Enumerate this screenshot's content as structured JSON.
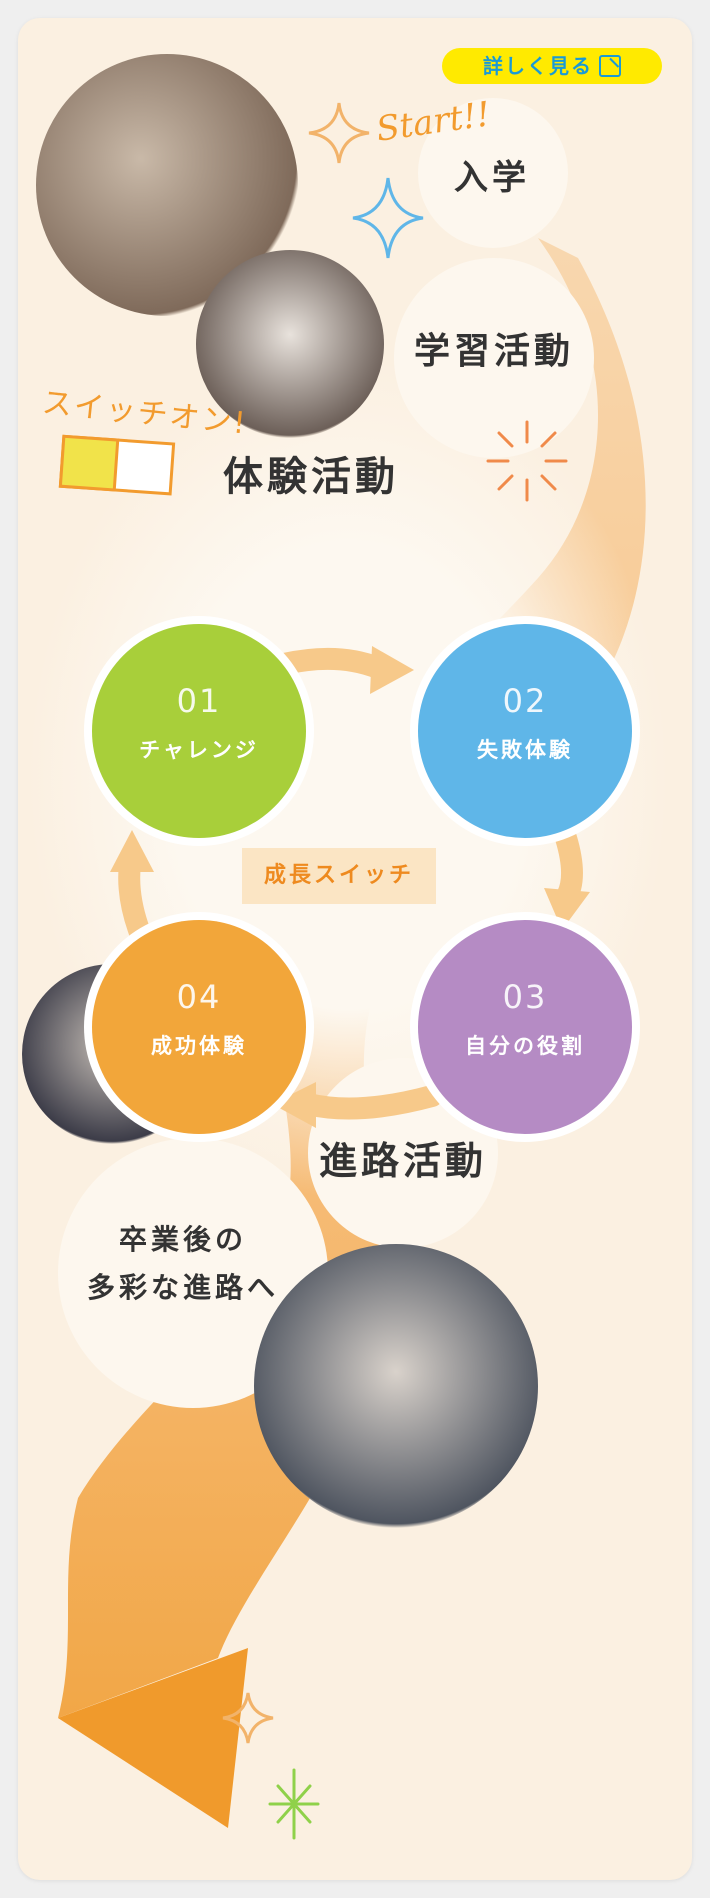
{
  "button": {
    "label": "詳しく見る"
  },
  "decor": {
    "start": "Start!!",
    "switch_on": "スイッチオン!"
  },
  "stages": {
    "admission": "入学",
    "study": "学習活動",
    "experience": "体験活動",
    "career": "進路活動",
    "after_line1": "卒業後の",
    "after_line2": "多彩な進路へ"
  },
  "cycle": {
    "center": "成長スイッチ",
    "steps": [
      {
        "num": "01",
        "name": "チャレンジ",
        "color": "#a8cf3a"
      },
      {
        "num": "02",
        "name": "失敗体験",
        "color": "#5fb6e8"
      },
      {
        "num": "03",
        "name": "自分の役割",
        "color": "#b58bc4"
      },
      {
        "num": "04",
        "name": "成功体験",
        "color": "#f2a63a"
      }
    ]
  },
  "colors": {
    "accent": "#f29b2e",
    "button_bg": "#ffea00",
    "button_text": "#1a9ad6"
  }
}
